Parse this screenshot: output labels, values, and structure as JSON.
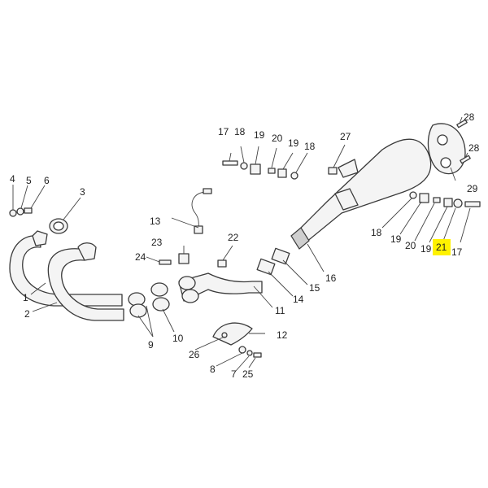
{
  "diagram": {
    "highlight_color": "#fff200",
    "line_color": "#3a3a3a",
    "highlighted_part": "21",
    "labels": {
      "p1": "1",
      "p2": "2",
      "p3": "3",
      "p4": "4",
      "p5": "5",
      "p6": "6",
      "p7": "7",
      "p8": "8",
      "p9": "9",
      "p10": "10",
      "p11": "11",
      "p12": "12",
      "p13": "13",
      "p14": "14",
      "p15": "15",
      "p16": "16",
      "p17a": "17",
      "p17b": "17",
      "p18a": "18",
      "p18b": "18",
      "p18c": "18",
      "p19a": "19",
      "p19b": "19",
      "p19c": "19",
      "p20a": "20",
      "p20b": "20",
      "p21": "21",
      "p22": "22",
      "p23": "23",
      "p24": "24",
      "p25": "25",
      "p26": "26",
      "p27": "27",
      "p28a": "28",
      "p28b": "28",
      "p29": "29"
    }
  }
}
